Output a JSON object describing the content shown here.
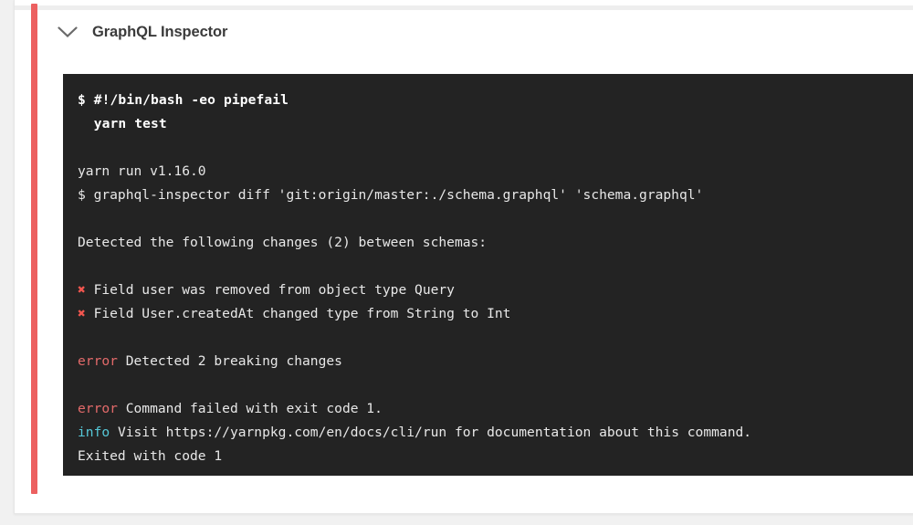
{
  "card": {
    "status_color": "#ec6060",
    "header": {
      "toggle_icon": "chevron-down-icon",
      "title": "GraphQL Inspector"
    }
  },
  "terminal": {
    "background_color": "#232323",
    "foreground_color": "#e8e8e8",
    "error_color": "#e36a6a",
    "info_color": "#56c8d8",
    "mark_color": "#f2564f",
    "mark_glyph": "✖",
    "lines": [
      {
        "kind": "command",
        "text": "$ #!/bin/bash -eo pipefail"
      },
      {
        "kind": "command",
        "text": "  yarn test"
      },
      {
        "kind": "blank",
        "text": ""
      },
      {
        "kind": "plain",
        "text": "yarn run v1.16.0"
      },
      {
        "kind": "plain",
        "text": "$ graphql-inspector diff 'git:origin/master:./schema.graphql' 'schema.graphql'"
      },
      {
        "kind": "blank",
        "text": ""
      },
      {
        "kind": "plain",
        "text": "Detected the following changes (2) between schemas:"
      },
      {
        "kind": "blank",
        "text": ""
      },
      {
        "kind": "mark",
        "mark": "✖",
        "text": " Field user was removed from object type Query"
      },
      {
        "kind": "mark",
        "mark": "✖",
        "text": " Field User.createdAt changed type from String to Int"
      },
      {
        "kind": "blank",
        "text": ""
      },
      {
        "kind": "level",
        "level": "error",
        "level_text": "error",
        "text": " Detected 2 breaking changes"
      },
      {
        "kind": "blank",
        "text": ""
      },
      {
        "kind": "level",
        "level": "error",
        "level_text": "error",
        "text": " Command failed with exit code 1."
      },
      {
        "kind": "level",
        "level": "info",
        "level_text": "info",
        "text": " Visit https://yarnpkg.com/en/docs/cli/run for documentation about this command."
      },
      {
        "kind": "plain",
        "text": "Exited with code 1"
      }
    ]
  }
}
